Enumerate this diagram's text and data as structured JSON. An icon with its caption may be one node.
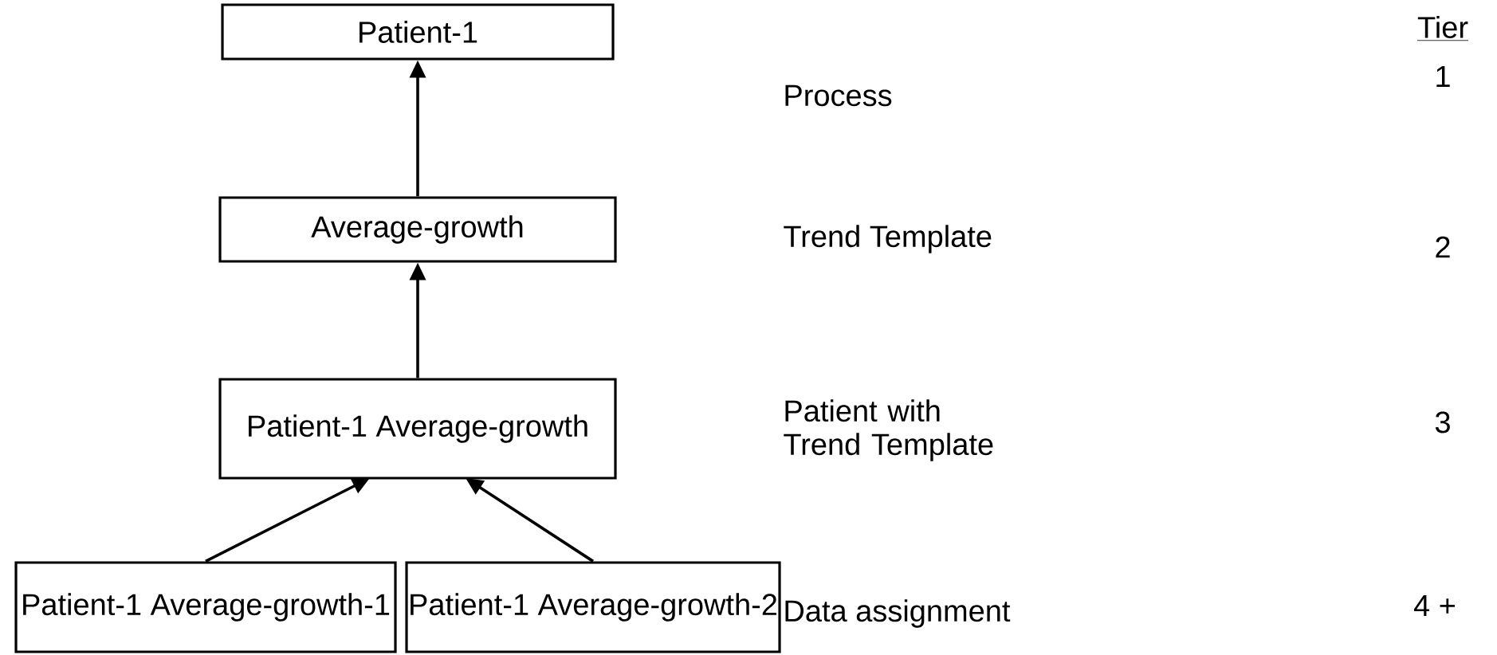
{
  "diagram": {
    "nodes": [
      {
        "text": [
          "Patient-1"
        ]
      },
      {
        "text": [
          "Average-growth"
        ]
      },
      {
        "text": [
          "Patient-1 Average-growth"
        ]
      },
      {
        "text": [
          "Patient-1 Average-growth-1"
        ]
      },
      {
        "text": [
          "Patient-1 Average-growth-2"
        ]
      }
    ],
    "edges": [
      {
        "from": 1,
        "to": 0,
        "arrow": "to"
      },
      {
        "from": 2,
        "to": 1,
        "arrow": "to"
      },
      {
        "from": 3,
        "to": 2,
        "arrow": "to"
      },
      {
        "from": 4,
        "to": 2,
        "arrow": "to"
      }
    ],
    "labels": [
      "Tier",
      "Process",
      "1",
      "Trend Template",
      "2",
      "Patient with Trend Template",
      "3",
      "Data assignment",
      "4 +"
    ]
  }
}
